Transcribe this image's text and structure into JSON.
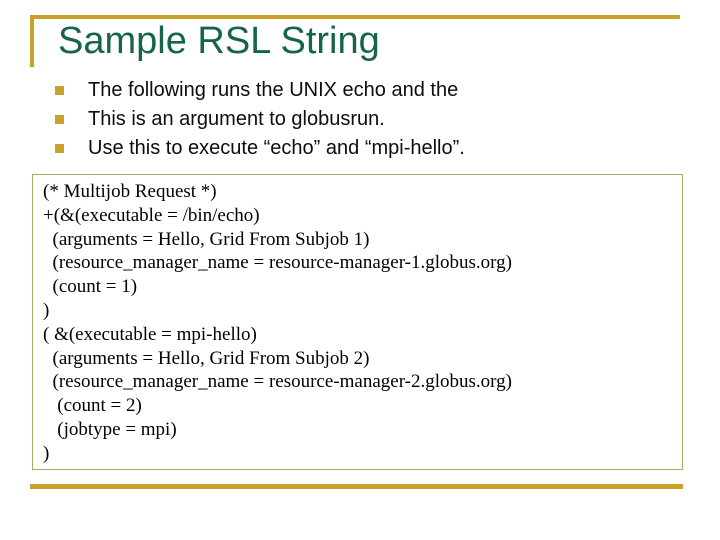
{
  "slide": {
    "title": "Sample RSL String",
    "bullets": [
      {
        "text": "The following runs the UNIX echo and the"
      },
      {
        "text": "This is an argument to globusrun."
      },
      {
        "text": "Use this to execute “echo” and “mpi-hello”."
      }
    ],
    "code": {
      "lines": [
        "(* Multijob Request *)",
        "+(&(executable = /bin/echo)",
        "  (arguments = Hello, Grid From Subjob 1)",
        "  (resource_manager_name = resource-manager-1.globus.org)",
        "  (count = 1)",
        ")",
        "( &(executable = mpi-hello)",
        "  (arguments = Hello, Grid From Subjob 2)",
        "  (resource_manager_name = resource-manager-2.globus.org)",
        "   (count = 2)",
        "   (jobtype = mpi)",
        ")"
      ]
    },
    "colors": {
      "accent_gold": "#C9A227",
      "title_green": "#166548",
      "code_border_olive": "#ABAB60",
      "text_black": "#000000",
      "background": "#FFFFFF"
    },
    "icons": {
      "bullet": "bullet-square-icon"
    }
  }
}
